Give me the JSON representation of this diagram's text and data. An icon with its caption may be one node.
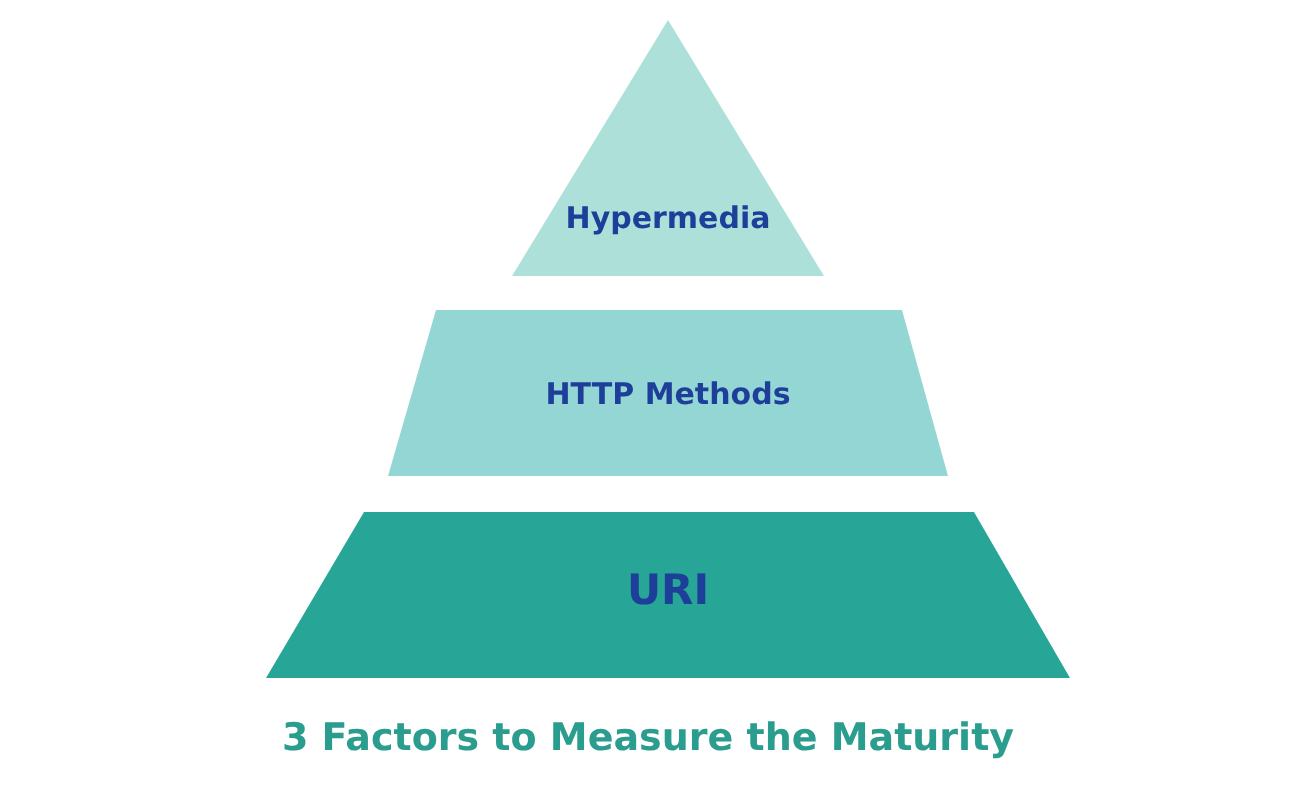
{
  "diagram": {
    "caption": "3 Factors to Measure the Maturity",
    "nodes": [
      {
        "text": [
          "Hypermedia"
        ]
      },
      {
        "text": [
          "HTTP Methods"
        ]
      },
      {
        "text": [
          "URI"
        ]
      }
    ]
  }
}
